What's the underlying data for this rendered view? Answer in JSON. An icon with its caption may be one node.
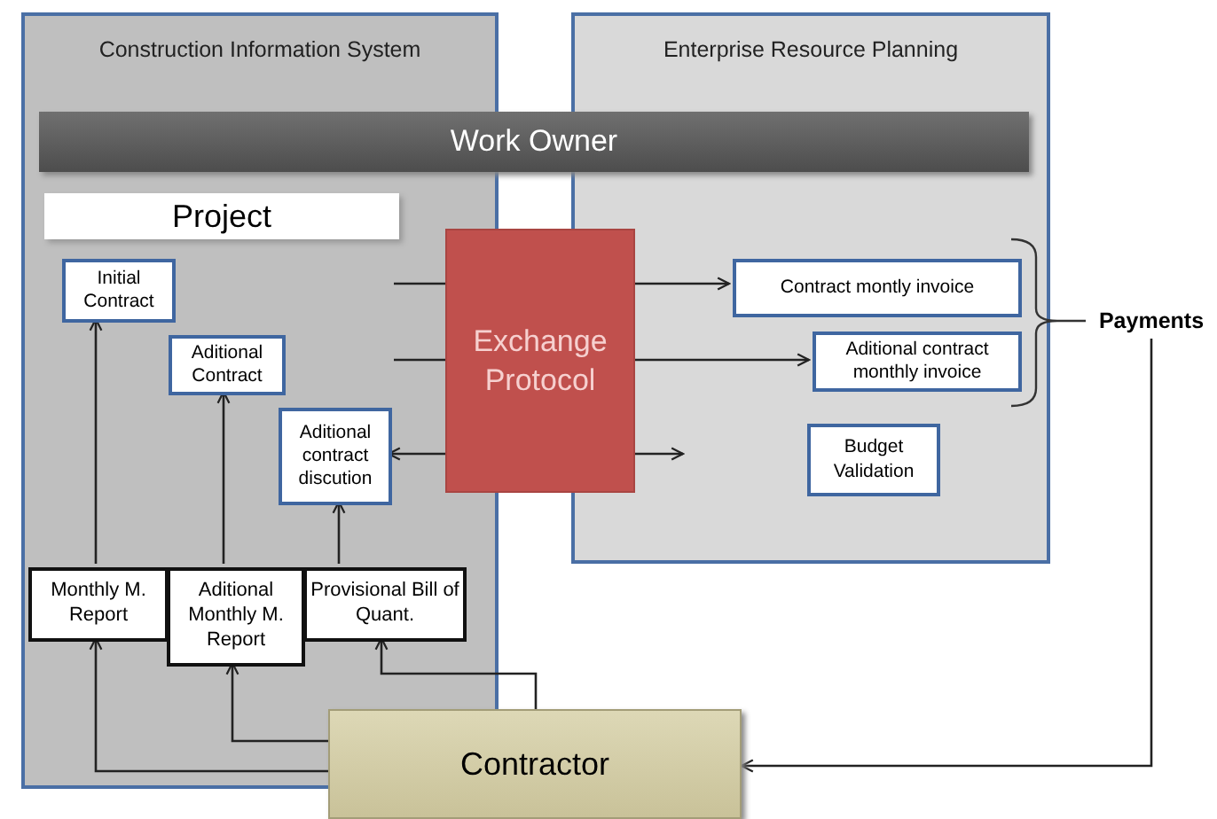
{
  "diagram": {
    "nodes": [
      {
        "text": [
          "Construction Information System"
        ]
      },
      {
        "text": [
          "Enterprise Resource Planning"
        ]
      },
      {
        "text": [
          "Work Owner"
        ]
      },
      {
        "text": [
          "Project"
        ],
        "in": 0
      },
      {
        "text": [
          "Initial Contract"
        ],
        "in": 0
      },
      {
        "text": [
          "Aditional Contract"
        ],
        "in": 0
      },
      {
        "text": [
          "Aditional contract discution"
        ],
        "in": 0
      },
      {
        "text": [
          "Exchange Protocol"
        ]
      },
      {
        "text": [
          "Contract montly invoice"
        ],
        "in": 1
      },
      {
        "text": [
          "Aditional contract monthly invoice"
        ],
        "in": 1
      },
      {
        "text": [
          "Budget Validation"
        ],
        "in": 1
      },
      {
        "text": [
          "Payments"
        ]
      },
      {
        "text": [
          "Monthly M. Report"
        ],
        "in": 0
      },
      {
        "text": [
          "Aditional Monthly M. Report"
        ],
        "in": 0
      },
      {
        "text": [
          "Provisional Bill of Quant."
        ],
        "in": 0
      },
      {
        "text": [
          "Contractor"
        ]
      }
    ],
    "edges": [
      {
        "from": null,
        "to": 8,
        "arrow": "to"
      },
      {
        "from": null,
        "to": 9,
        "arrow": "to"
      },
      {
        "from": 6,
        "to": null,
        "arrow": "both"
      },
      {
        "from": 12,
        "to": 4,
        "arrow": "to"
      },
      {
        "from": 13,
        "to": 5,
        "arrow": "to"
      },
      {
        "from": 14,
        "to": 6,
        "arrow": "to"
      },
      {
        "from": 15,
        "to": 12,
        "arrow": "to"
      },
      {
        "from": 15,
        "to": 13,
        "arrow": "to"
      },
      {
        "from": 15,
        "to": 14,
        "arrow": "to"
      },
      {
        "from": 11,
        "to": 15,
        "arrow": "to"
      }
    ]
  }
}
